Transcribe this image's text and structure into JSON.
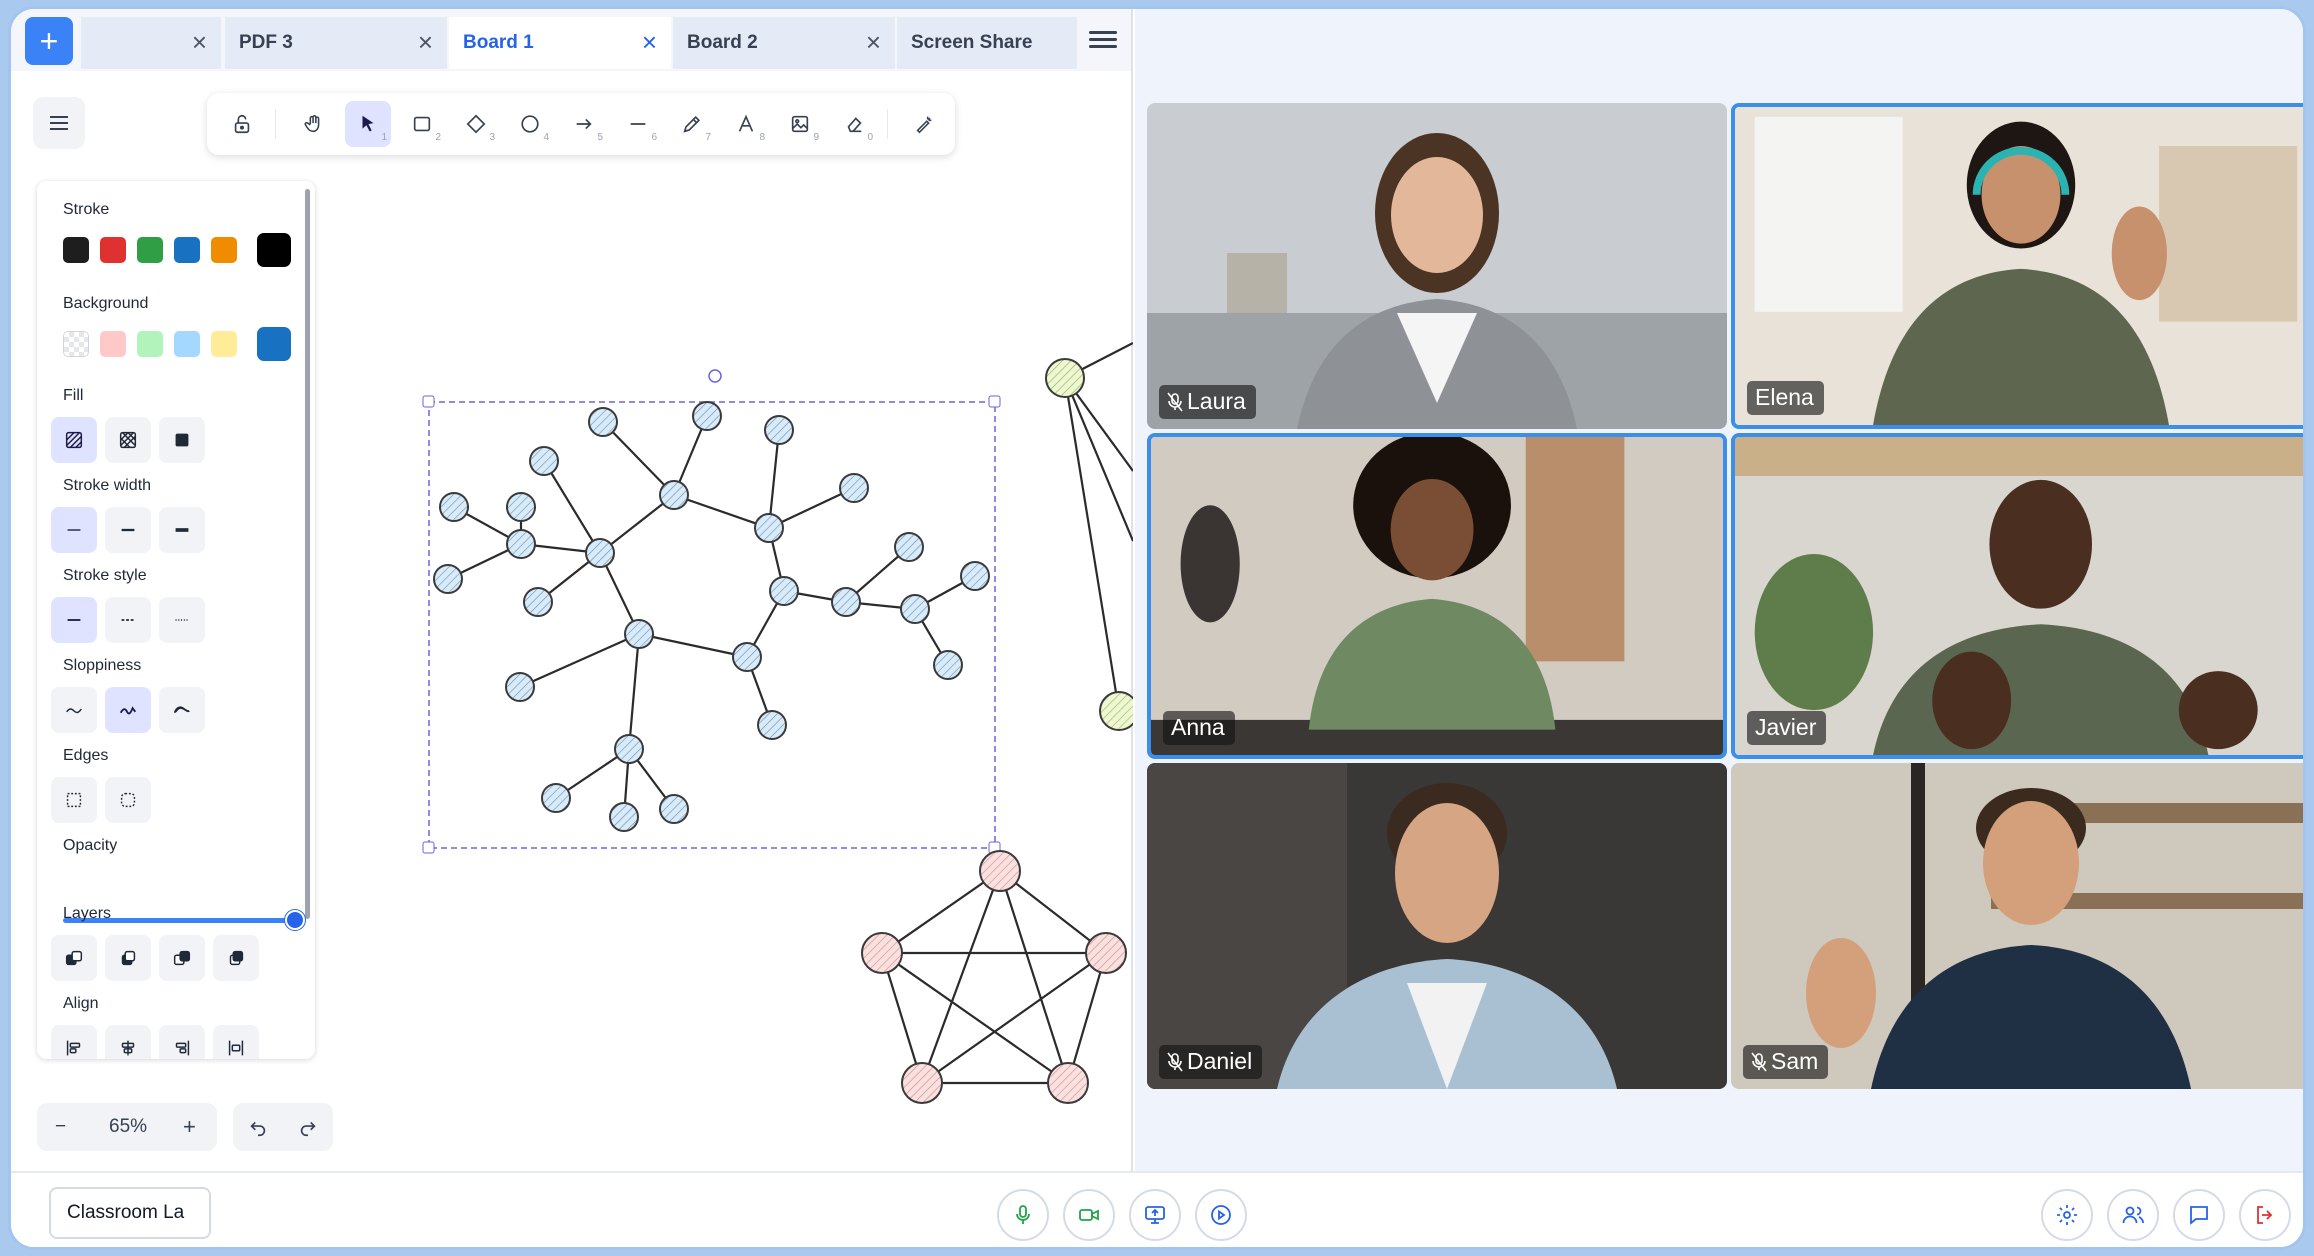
{
  "tabs": [
    {
      "label": "",
      "active": false
    },
    {
      "label": "PDF 3",
      "active": false
    },
    {
      "label": "Board 1",
      "active": true
    },
    {
      "label": "Board 2",
      "active": false
    },
    {
      "label": "Screen Share",
      "active": false
    }
  ],
  "add_tab_label": "+",
  "toolbar": {
    "tools": [
      {
        "icon": "lock-icon",
        "key": ""
      },
      {
        "icon": "hand-icon",
        "key": ""
      },
      {
        "icon": "pointer-icon",
        "key": "1"
      },
      {
        "icon": "rectangle-icon",
        "key": "2"
      },
      {
        "icon": "diamond-icon",
        "key": "3"
      },
      {
        "icon": "ellipse-icon",
        "key": "4"
      },
      {
        "icon": "arrow-icon",
        "key": "5"
      },
      {
        "icon": "line-icon",
        "key": "6"
      },
      {
        "icon": "pencil-icon",
        "key": "7"
      },
      {
        "icon": "text-icon",
        "key": "8"
      },
      {
        "icon": "image-icon",
        "key": "9"
      },
      {
        "icon": "eraser-icon",
        "key": "0"
      },
      {
        "icon": "laser-icon",
        "key": ""
      }
    ],
    "active_tool": "pointer-icon"
  },
  "properties": {
    "stroke_label": "Stroke",
    "stroke_colors": [
      "#1e1e1e",
      "#e03131",
      "#2f9e44",
      "#1971c2",
      "#f08c00"
    ],
    "stroke_selected": "#000000",
    "background_label": "Background",
    "background_colors": [
      "transparent",
      "#ffc9c9",
      "#b2f2bb",
      "#a5d8ff",
      "#ffec99"
    ],
    "background_selected": "#1971c2",
    "fill_label": "Fill",
    "stroke_width_label": "Stroke width",
    "stroke_style_label": "Stroke style",
    "sloppiness_label": "Sloppiness",
    "edges_label": "Edges",
    "opacity_label": "Opacity",
    "opacity_value": 100,
    "layers_label": "Layers",
    "align_label": "Align"
  },
  "zoom": {
    "minus": "−",
    "value": "65%",
    "plus": "+"
  },
  "participants": [
    {
      "name": "Laura",
      "muted": true,
      "speaking": false
    },
    {
      "name": "Elena",
      "muted": false,
      "speaking": true
    },
    {
      "name": "Anna",
      "muted": false,
      "speaking": true
    },
    {
      "name": "Javier",
      "muted": false,
      "speaking": true
    },
    {
      "name": "Daniel",
      "muted": true,
      "speaking": false
    },
    {
      "name": "Sam",
      "muted": true,
      "speaking": false
    }
  ],
  "room_name": "Classroom La",
  "accent": "#3b82f6",
  "speaking_border": "#3b8eea",
  "node_fill_blue": "#a5d8ff",
  "node_fill_red": "#ffc9c9",
  "node_fill_green": "#d8f5a2"
}
